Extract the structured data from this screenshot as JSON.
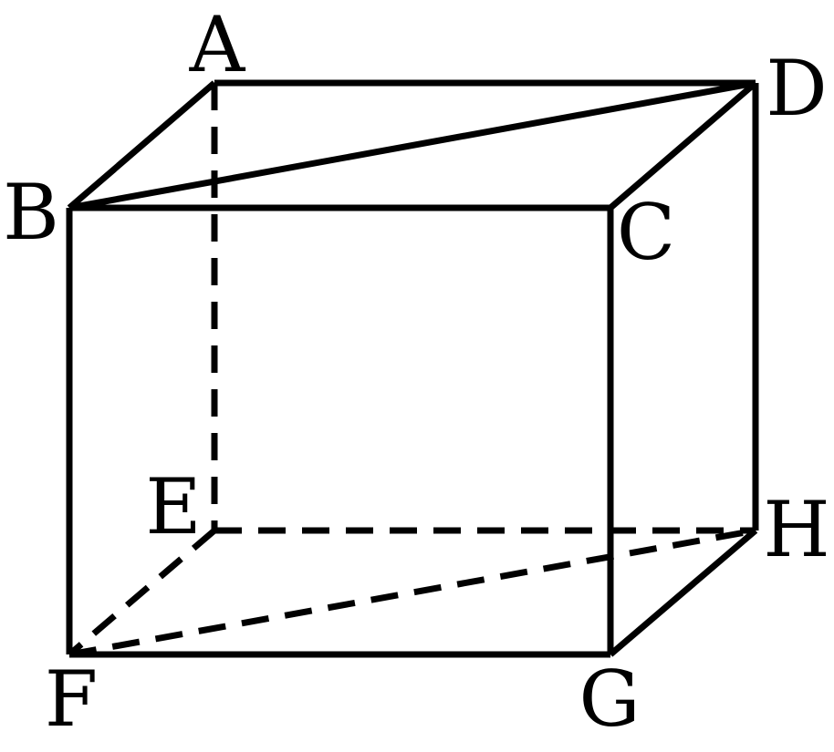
{
  "diagram": {
    "type": "rectangular-prism",
    "line_color": "#000000",
    "background": "#ffffff",
    "vertices": [
      "A",
      "B",
      "C",
      "D",
      "E",
      "F",
      "G",
      "H"
    ],
    "labels": {
      "A": "A",
      "B": "B",
      "C": "C",
      "D": "D",
      "E": "E",
      "F": "F",
      "G": "G",
      "H": "H"
    },
    "solid_edges": [
      [
        "A",
        "D"
      ],
      [
        "A",
        "B"
      ],
      [
        "B",
        "D"
      ],
      [
        "B",
        "C"
      ],
      [
        "C",
        "D"
      ],
      [
        "B",
        "F"
      ],
      [
        "C",
        "G"
      ],
      [
        "D",
        "H"
      ],
      [
        "F",
        "G"
      ],
      [
        "G",
        "H"
      ]
    ],
    "dashed_edges": [
      [
        "A",
        "E"
      ],
      [
        "E",
        "H"
      ],
      [
        "E",
        "F"
      ],
      [
        "F",
        "H"
      ]
    ]
  }
}
